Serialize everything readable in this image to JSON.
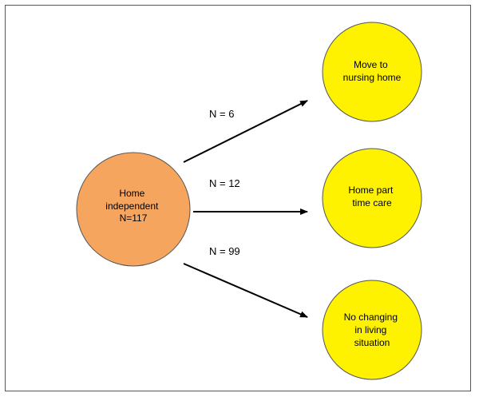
{
  "diagram": {
    "colors": {
      "source_fill": "#F6A55E",
      "source_stroke": "#555555",
      "target_fill": "#FFF200",
      "target_stroke": "#555555",
      "arrow": "#000000"
    },
    "source": {
      "lines": [
        "Home",
        "independent",
        "N=117"
      ]
    },
    "targets": [
      {
        "lines": [
          "Move to",
          "nursing home"
        ]
      },
      {
        "lines": [
          "Home part",
          "time care"
        ]
      },
      {
        "lines": [
          "No changing",
          "in living",
          "situation"
        ]
      }
    ],
    "edges": [
      {
        "label": "N = 6",
        "count": 6
      },
      {
        "label": "N = 12",
        "count": 12
      },
      {
        "label": "N = 99",
        "count": 99
      }
    ]
  }
}
